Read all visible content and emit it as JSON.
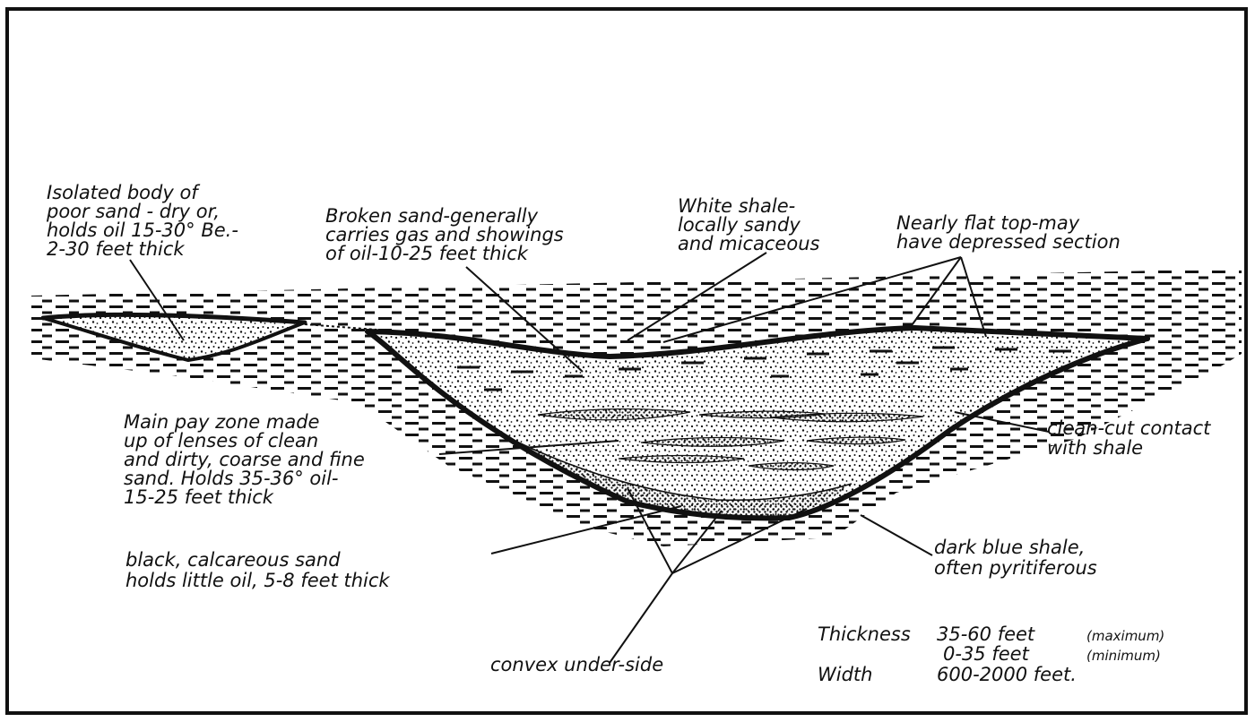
{
  "labels": {
    "isolated_body": [
      "Isolated body of",
      "poor sand - dry or,",
      "holds oil 15-30° Be.-",
      "2-30 feet thick"
    ],
    "broken_sand": [
      "Broken sand-generally",
      "carries gas and showings",
      "of oil-10-25 feet thick"
    ],
    "white_shale": [
      "White shale-",
      "locally sandy",
      "and micaceous"
    ],
    "flat_top": [
      "Nearly flat top-may",
      "have depressed section"
    ],
    "main_pay": [
      "Main pay zone made",
      "up of lenses of clean",
      "and dirty, coarse and fine",
      "sand. Holds 35-36° oil-",
      "15-25 feet thick"
    ],
    "clean_cut": [
      "clean-cut contact",
      "with shale"
    ],
    "black_sand": [
      "black, calcareous sand",
      "holds little oil, 5-8 feet thick"
    ],
    "dark_blue": [
      "dark blue shale,",
      "often pyritiferous"
    ],
    "convex": "convex under-side"
  },
  "dimensions": {
    "thickness_label": "Thickness",
    "thickness_max": "35-60 feet",
    "thickness_max_note": "(maximum)",
    "thickness_min": "0-35 feet",
    "thickness_min_note": "(minimum)",
    "width_label": "Width",
    "width_value": "600-2000 feet."
  },
  "colors": {
    "ink": "#111111",
    "paper": "#ffffff"
  }
}
